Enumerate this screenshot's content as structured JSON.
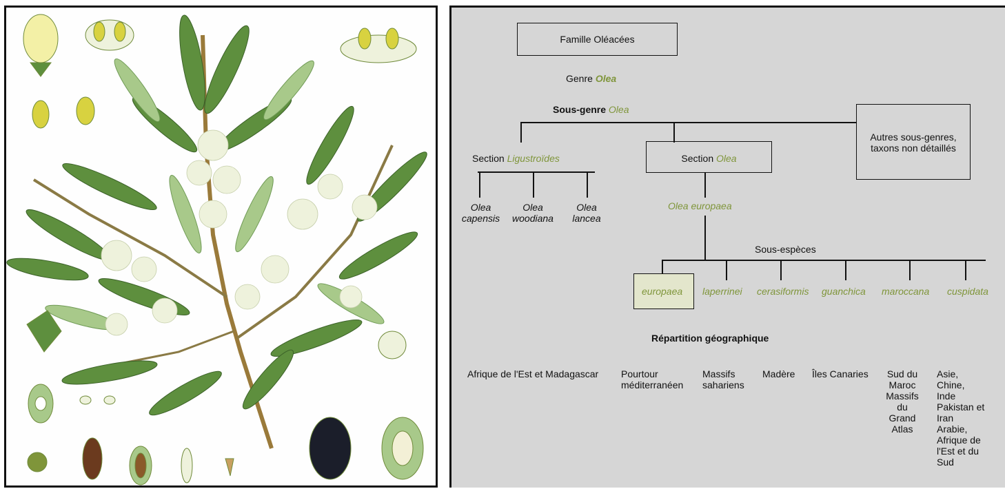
{
  "illustration": {
    "description_icon": "olive-branch-illustration",
    "colors": {
      "leaf": "#5e8f3e",
      "leaf_light": "#a8c98a",
      "flower": "#eef2dc",
      "fruit": "#1b1e2a",
      "stem": "#9a7a3a"
    }
  },
  "tree": {
    "famille": "Famille Oléacées",
    "genre_prefix": "Genre ",
    "genre_name": "Olea",
    "sousgenre_prefix": "Sous-genre ",
    "sousgenre_name": "Olea",
    "autres": "Autres sous-genres,\ntaxons non détaillés",
    "section_lig_prefix": "Section ",
    "section_lig_name": "Ligustroïdes",
    "section_olea_prefix": "Section ",
    "section_olea_name": "Olea",
    "lig_species": [
      "Olea\ncapensis",
      "Olea\nwoodiana",
      "Olea\nlancea"
    ],
    "olea_europaea": "Olea europaea",
    "sous_especes": "Sous-espèces",
    "subspecies": [
      "europaea",
      "laperrinei",
      "cerasiformis",
      "guanchica",
      "maroccana",
      "cuspidata"
    ],
    "repartition_title": "Répartition géographique",
    "repartition": [
      "Afrique de l'Est et Madagascar",
      "Pourtour\nméditerranéen",
      "Massifs\nsahariens",
      "Madère",
      "Îles Canaries",
      "Sud du\nMaroc\nMassifs\ndu Grand\nAtlas",
      "Asie,\nChine,\nInde\nPakistan et\nIran\nArabie,\nAfrique de\nl'Est et du\nSud"
    ],
    "colors": {
      "background": "#d6d6d6",
      "green_text": "#7f953a",
      "highlight_box": "#e3e6cc"
    }
  }
}
